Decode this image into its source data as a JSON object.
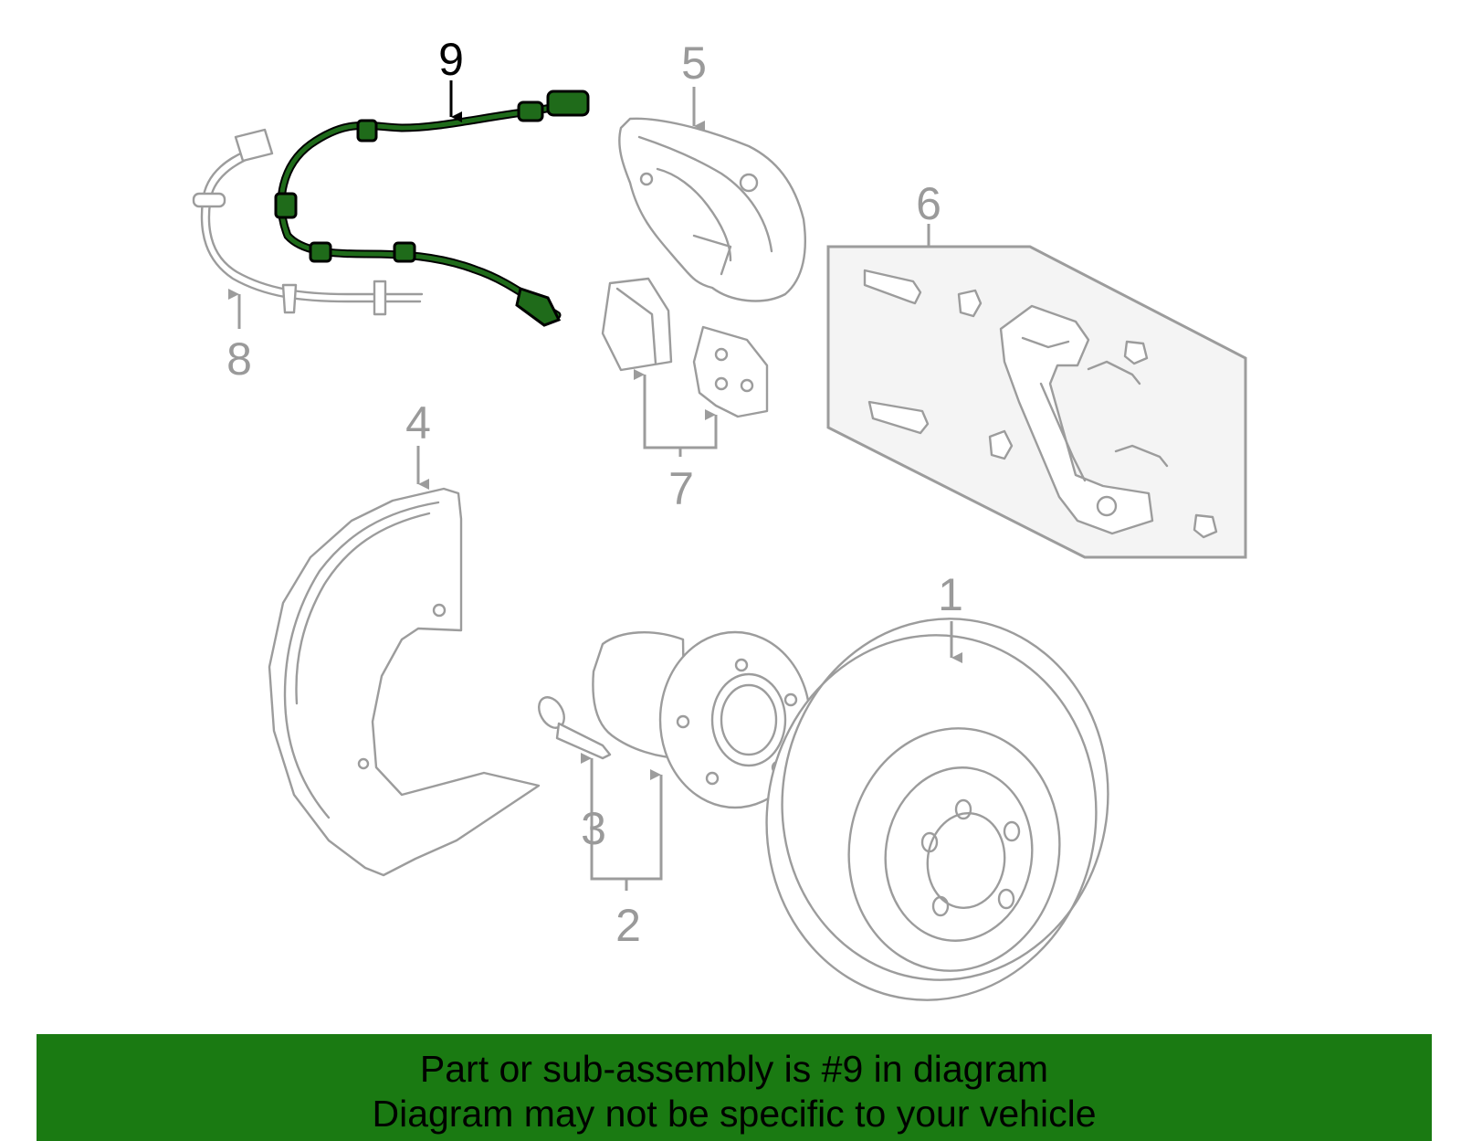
{
  "callouts": [
    "1",
    "2",
    "3",
    "4",
    "5",
    "6",
    "7",
    "8",
    "9"
  ],
  "highlighted_callout": "9",
  "colors": {
    "part_outline": "#9c9c9c",
    "highlight_part": "#1f6b1a",
    "banner_bg": "#1a7a12",
    "kit_panel": "#f4f4f4"
  },
  "banner": {
    "line1": "Part or sub-assembly is #9 in diagram",
    "line2": "Diagram may not be specific to your vehicle"
  }
}
